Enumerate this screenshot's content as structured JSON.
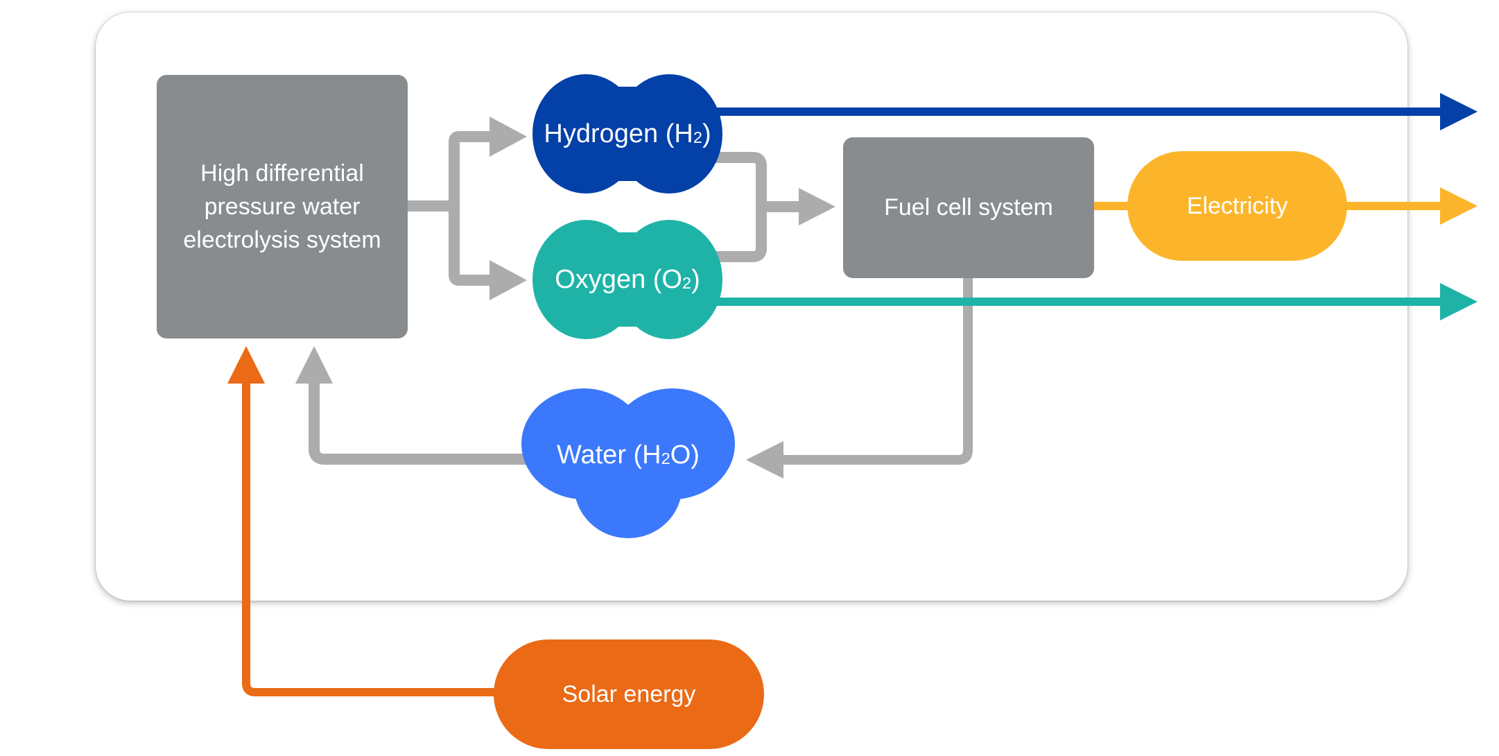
{
  "diagram": {
    "title": "Hydrogen energy cycle",
    "colors": {
      "system_box": "#888c8f",
      "connector": "#acacac",
      "hydrogen": "#0340a8",
      "oxygen": "#1fb3a8",
      "water": "#3c78fb",
      "electricity": "#fcb52b",
      "solar": "#ea6a16"
    },
    "nodes": {
      "electrolysis": {
        "line1": "High differential",
        "line2": "pressure water",
        "line3": "electrolysis system"
      },
      "hydrogen": {
        "name": "Hydrogen (H",
        "sub": "2",
        "close": ")"
      },
      "oxygen": {
        "name": "Oxygen (O",
        "sub": "2",
        "close": ")"
      },
      "fuel_cell": {
        "label": "Fuel cell system"
      },
      "electricity": {
        "label": "Electricity"
      },
      "water": {
        "name": "Water (H",
        "sub": "2",
        "close": "O)"
      },
      "solar": {
        "label": "Solar energy"
      }
    },
    "edges": [
      {
        "from": "electrolysis",
        "to": "hydrogen"
      },
      {
        "from": "electrolysis",
        "to": "oxygen"
      },
      {
        "from": "hydrogen",
        "to": "fuel_cell"
      },
      {
        "from": "oxygen",
        "to": "fuel_cell"
      },
      {
        "from": "fuel_cell",
        "to": "electricity"
      },
      {
        "from": "fuel_cell",
        "to": "water"
      },
      {
        "from": "water",
        "to": "electrolysis"
      },
      {
        "from": "solar",
        "to": "electrolysis"
      },
      {
        "from": "hydrogen",
        "to": "output"
      },
      {
        "from": "electricity",
        "to": "output"
      },
      {
        "from": "oxygen",
        "to": "output"
      }
    ]
  }
}
